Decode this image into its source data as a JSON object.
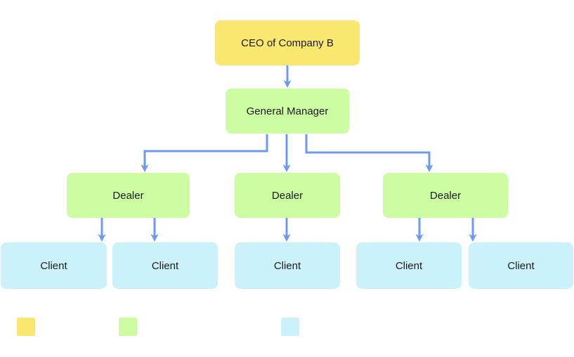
{
  "diagram": {
    "type": "org-chart",
    "background": "#FFFFFF",
    "edge_color": "#6B99F3",
    "text_color": "#1B1B1B",
    "nodes": {
      "ceo": {
        "label": "CEO of Company B",
        "color": "#FAE76F"
      },
      "general_manager": {
        "label": "General Manager",
        "color": "#CCFDA2"
      },
      "dealers": [
        {
          "label": "Dealer",
          "color": "#CCFDA2"
        },
        {
          "label": "Dealer",
          "color": "#CCFDA2"
        },
        {
          "label": "Dealer",
          "color": "#CCFDA2"
        }
      ],
      "clients": [
        {
          "label": "Client",
          "color": "#CBF2FB"
        },
        {
          "label": "Client",
          "color": "#CBF2FB"
        },
        {
          "label": "Client",
          "color": "#CBF2FB"
        },
        {
          "label": "Client",
          "color": "#CBF2FB"
        },
        {
          "label": "Client",
          "color": "#CBF2FB"
        }
      ]
    },
    "edges": [
      {
        "from": "ceo",
        "to": "general-manager"
      },
      {
        "from": "general-manager",
        "to": "dealer-1"
      },
      {
        "from": "general-manager",
        "to": "dealer-2"
      },
      {
        "from": "general-manager",
        "to": "dealer-3"
      },
      {
        "from": "dealer-1",
        "to": "client-1"
      },
      {
        "from": "dealer-1",
        "to": "client-2"
      },
      {
        "from": "dealer-2",
        "to": "client-3"
      },
      {
        "from": "dealer-3",
        "to": "client-4"
      },
      {
        "from": "dealer-3",
        "to": "client-5"
      }
    ],
    "legend": {
      "swatches": [
        {
          "name": "ceo-level",
          "color": "#FAE76F"
        },
        {
          "name": "management-level",
          "color": "#CCFDA2"
        },
        {
          "name": "client-level",
          "color": "#CBF2FB"
        }
      ]
    }
  }
}
